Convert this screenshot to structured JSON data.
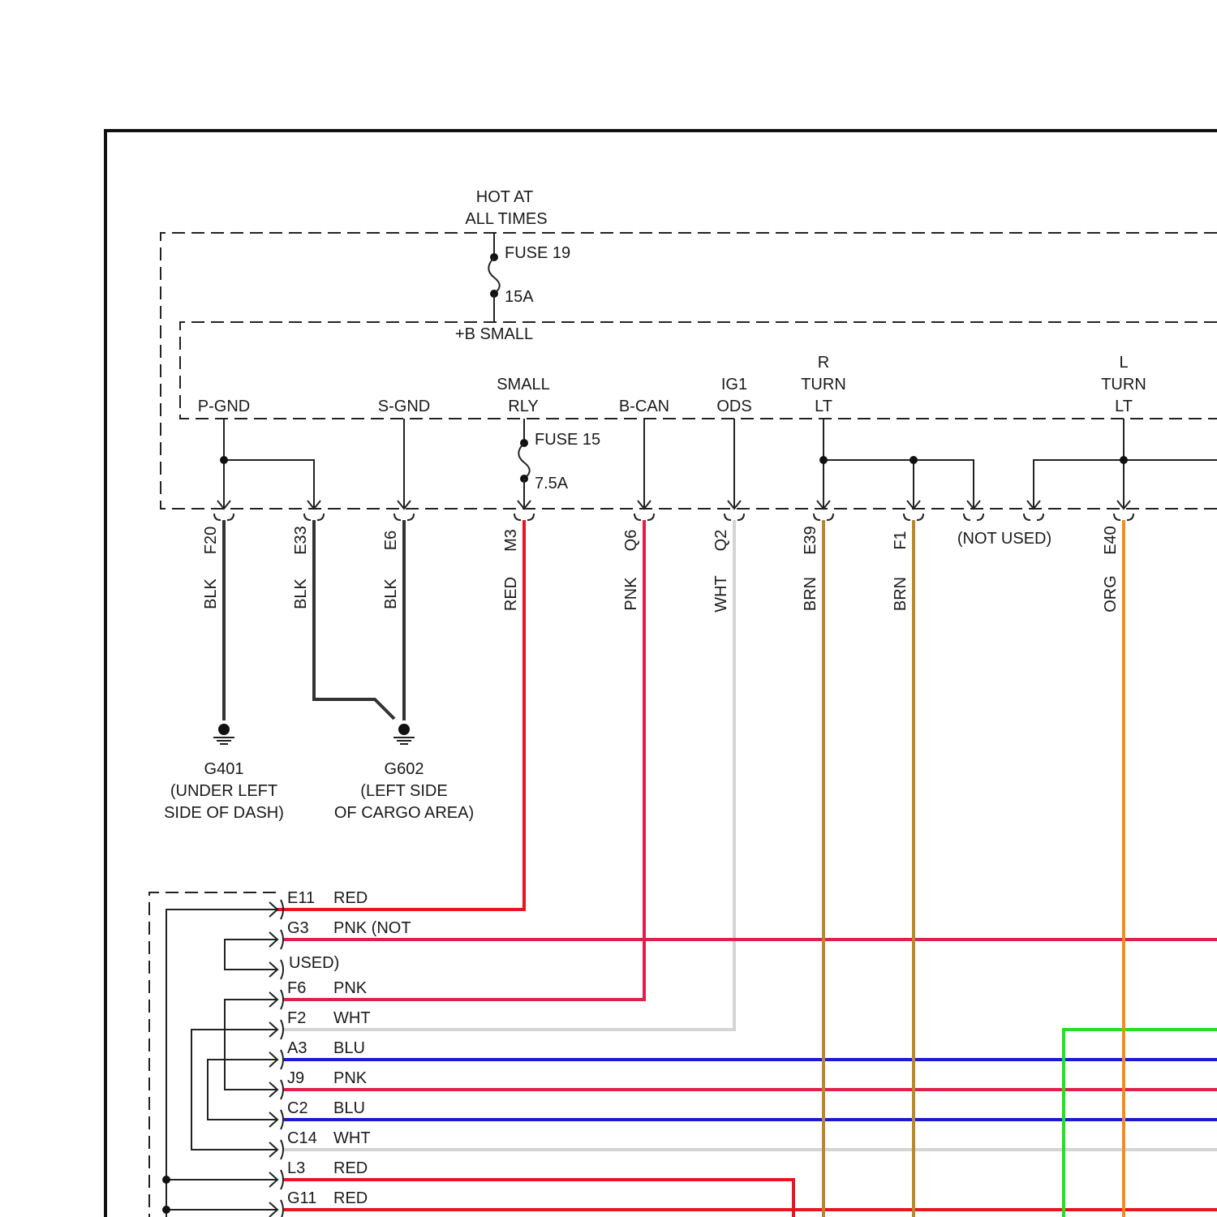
{
  "header": {
    "hot_line1": "HOT AT",
    "hot_line2": "ALL TIMES"
  },
  "fuses": {
    "fuse19": {
      "name": "FUSE 19",
      "rating": "15A"
    },
    "fuse15": {
      "name": "FUSE 15",
      "rating": "7.5A"
    }
  },
  "module": {
    "bus_label": "+B SMALL"
  },
  "terminals": [
    {
      "id": "pgnd",
      "lines": [
        "P-GND"
      ]
    },
    {
      "id": "sgnd",
      "lines": [
        "S-GND"
      ]
    },
    {
      "id": "small_rly",
      "lines": [
        "SMALL",
        "RLY"
      ]
    },
    {
      "id": "bcan",
      "lines": [
        "B-CAN"
      ]
    },
    {
      "id": "ig1_ods",
      "lines": [
        "IG1",
        "ODS"
      ]
    },
    {
      "id": "r_turn",
      "lines": [
        "R",
        "TURN",
        "LT"
      ]
    },
    {
      "id": "l_turn",
      "lines": [
        "L",
        "TURN",
        "LT"
      ]
    }
  ],
  "pins": [
    {
      "pin": "F20",
      "color": "BLK"
    },
    {
      "pin": "E33",
      "color": "BLK"
    },
    {
      "pin": "E6",
      "color": "BLK"
    },
    {
      "pin": "M3",
      "color": "RED"
    },
    {
      "pin": "Q6",
      "color": "PNK"
    },
    {
      "pin": "Q2",
      "color": "WHT"
    },
    {
      "pin": "E39",
      "color": "BRN"
    },
    {
      "pin": "F1",
      "color": "BRN"
    },
    {
      "pin": "E40",
      "color": "ORG"
    }
  ],
  "not_used_label": "(NOT USED)",
  "grounds": [
    {
      "id": "G401",
      "lines": [
        "G401",
        "(UNDER LEFT",
        "SIDE OF DASH)"
      ]
    },
    {
      "id": "G602",
      "lines": [
        "G602",
        "(LEFT SIDE",
        "OF CARGO AREA)"
      ]
    }
  ],
  "connector_rows": [
    {
      "pin": "E11",
      "color": "RED"
    },
    {
      "pin": "G3",
      "color": "PNK (NOT"
    },
    {
      "pin": "",
      "color": "USED)"
    },
    {
      "pin": "F6",
      "color": "PNK"
    },
    {
      "pin": "F2",
      "color": "WHT"
    },
    {
      "pin": "A3",
      "color": "BLU"
    },
    {
      "pin": "J9",
      "color": "PNK"
    },
    {
      "pin": "C2",
      "color": "BLU"
    },
    {
      "pin": "C14",
      "color": "WHT"
    },
    {
      "pin": "L3",
      "color": "RED"
    },
    {
      "pin": "G11",
      "color": "RED"
    }
  ],
  "wire_colors": {
    "BLK": "#333333",
    "RED": "#e8141e",
    "PNK": "#e0204c",
    "WHT": "#d4d4d4",
    "BRN": "#b8892a",
    "ORG": "#f58a1f",
    "BLU": "#1a1ad0",
    "GRN": "#22e022"
  }
}
